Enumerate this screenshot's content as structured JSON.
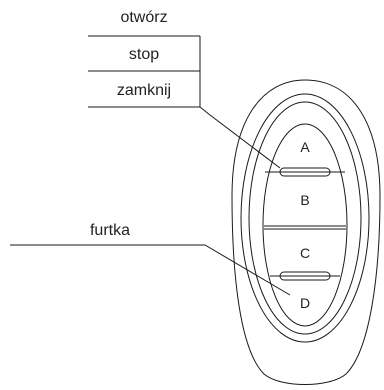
{
  "labels": {
    "open": "otwórz",
    "stop": "stop",
    "close": "zamknij",
    "gate": "furtka"
  },
  "buttons": {
    "a": "A",
    "b": "B",
    "c": "C",
    "d": "D"
  }
}
